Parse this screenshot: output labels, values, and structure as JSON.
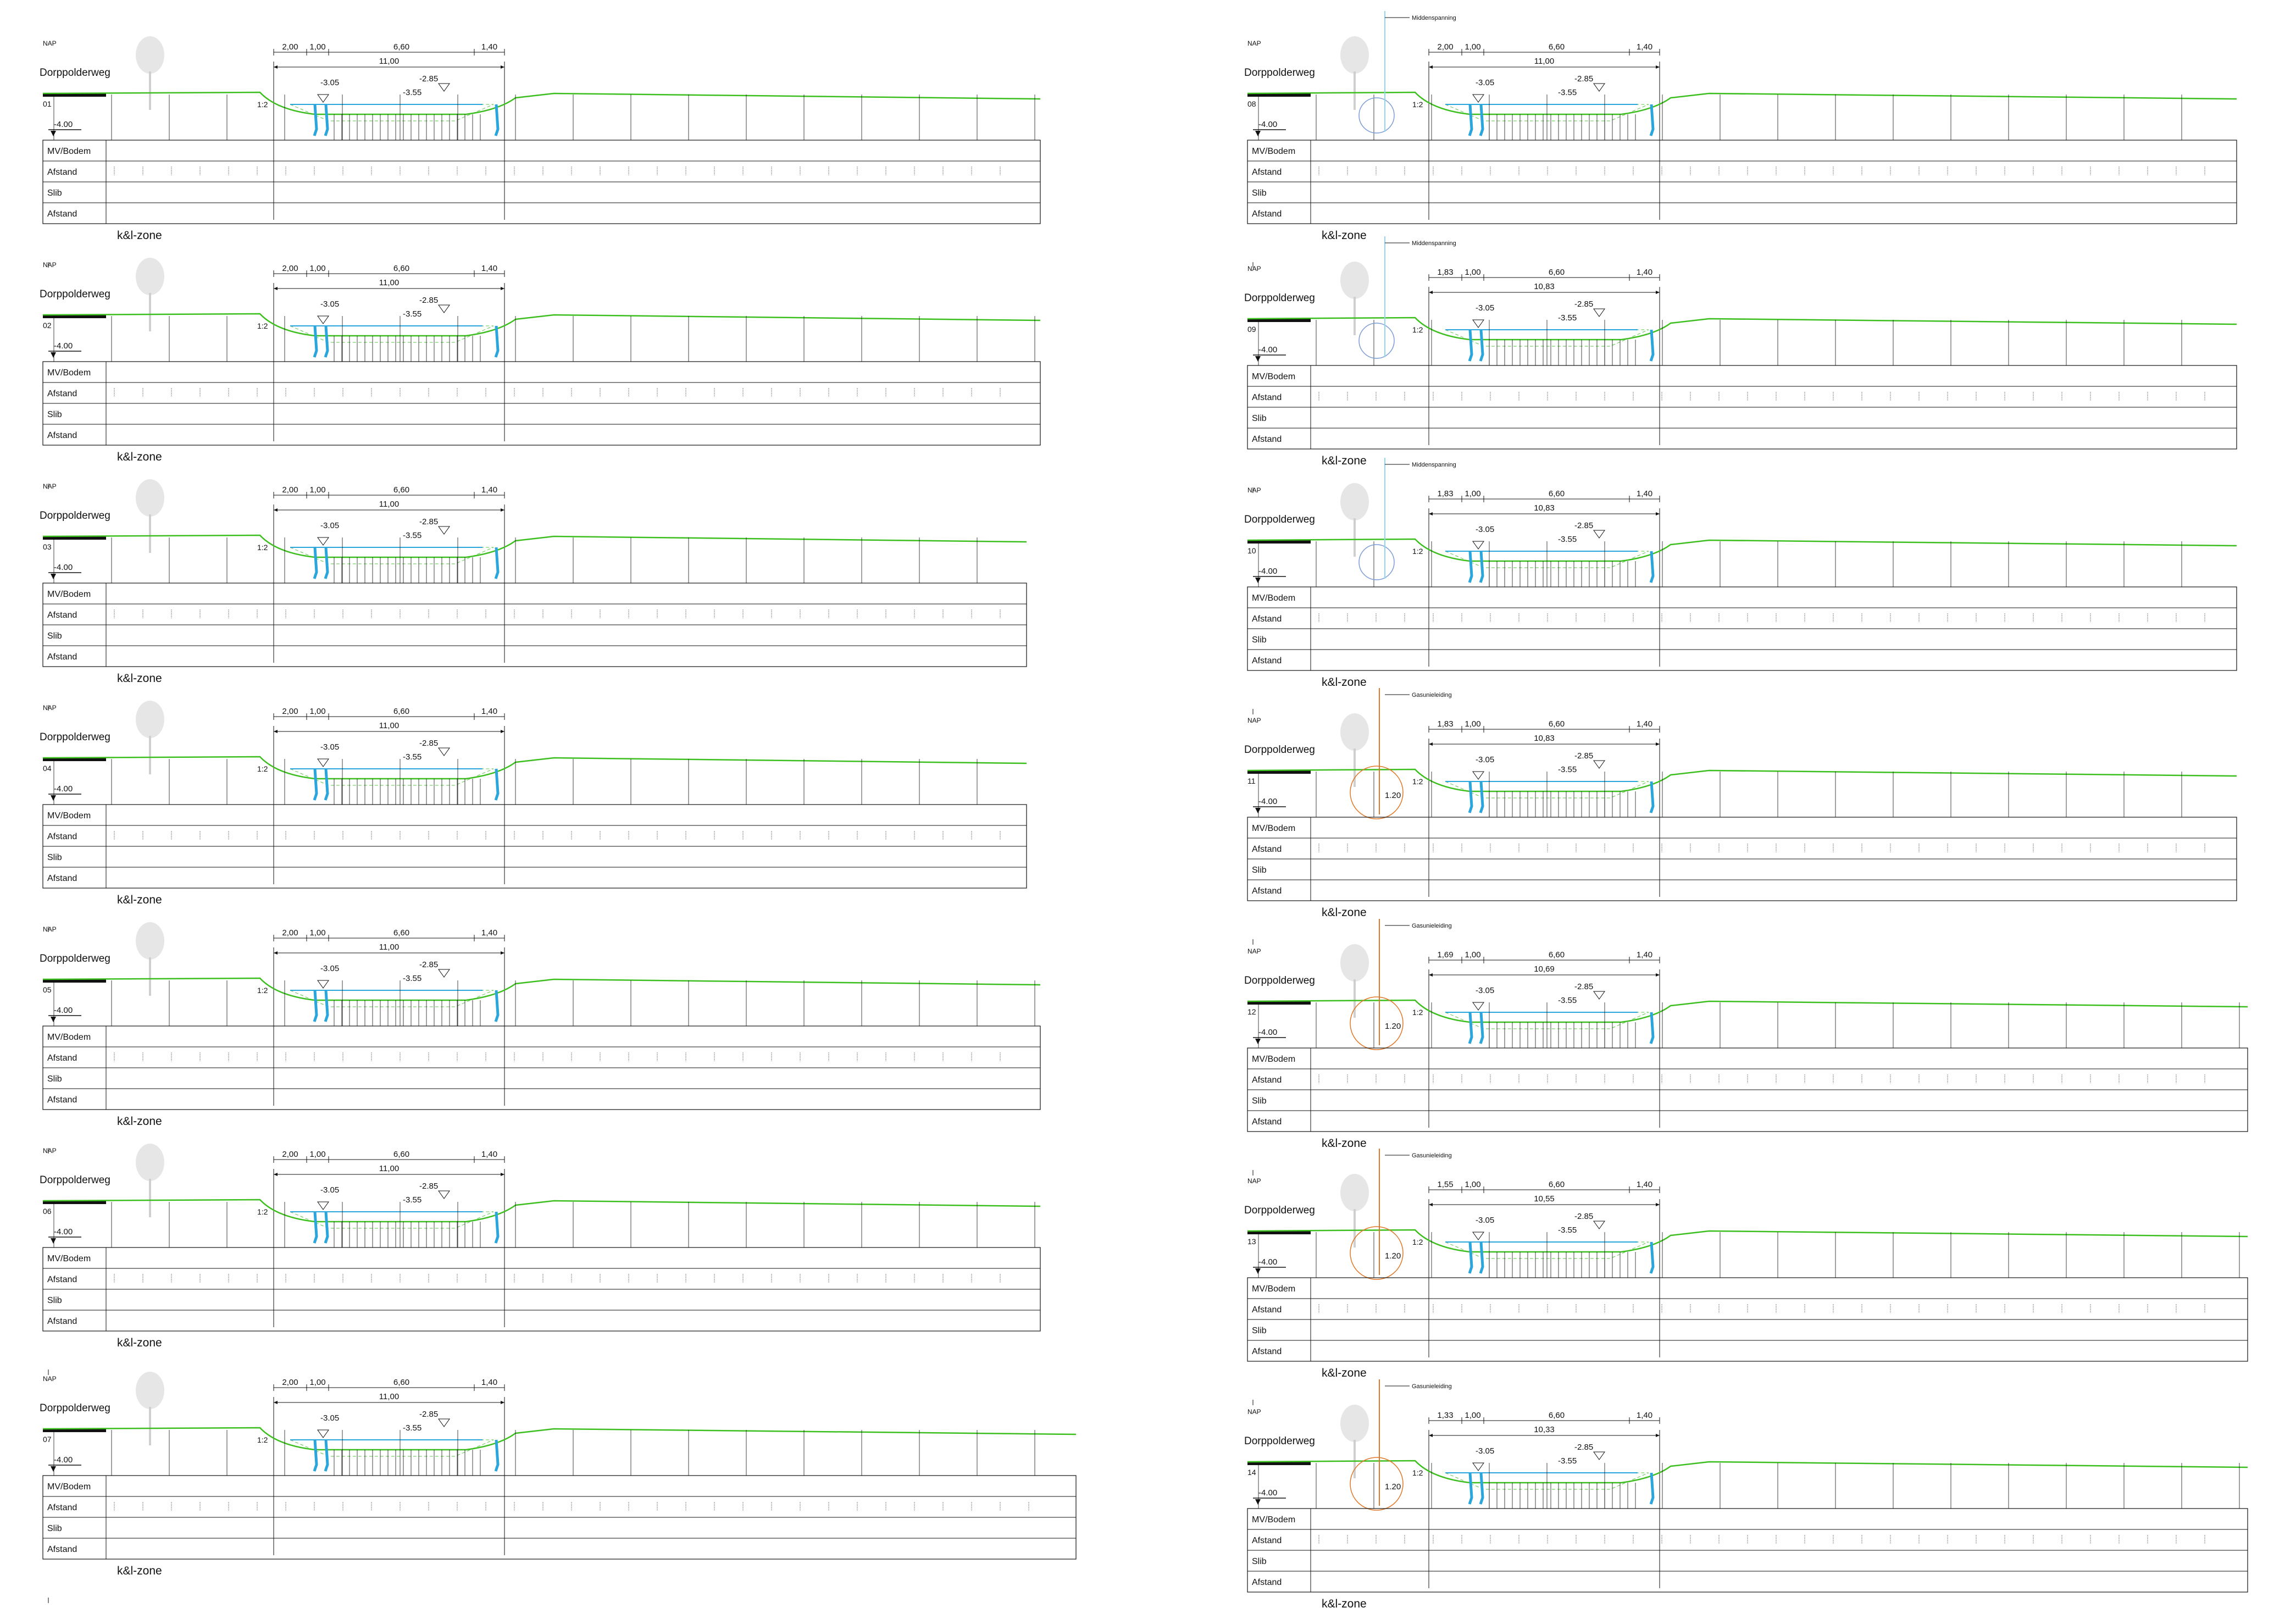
{
  "common": {
    "nap": "NAP",
    "road": "Dorppolderweg",
    "level": "-4.00",
    "rows": [
      "MV/Bodem",
      "Afstand",
      "Slib",
      "Afstand"
    ],
    "zone": "k&l-zone",
    "slope": "1:2",
    "levels": {
      "left": "-3.05",
      "mid": "-3.55",
      "right": "-2.85"
    },
    "colors": {
      "terrain": "#3cbf1e",
      "hatch": "#5cc64a",
      "water": "#2aa6dc",
      "cable": "#8fd6ee",
      "gas": "#e0782a",
      "line": "#111111"
    }
  },
  "profiles": [
    {
      "id": "01",
      "d1": "2,00",
      "d2": "1,00",
      "d3": "6,60",
      "d4": "1,40",
      "total": "11,00",
      "utility": ""
    },
    {
      "id": "02",
      "d1": "2,00",
      "d2": "1,00",
      "d3": "6,60",
      "d4": "1,40",
      "total": "11,00",
      "utility": ""
    },
    {
      "id": "03",
      "d1": "2,00",
      "d2": "1,00",
      "d3": "6,60",
      "d4": "1,40",
      "total": "11,00",
      "utility": ""
    },
    {
      "id": "04",
      "d1": "2,00",
      "d2": "1,00",
      "d3": "6,60",
      "d4": "1,40",
      "total": "11,00",
      "utility": ""
    },
    {
      "id": "05",
      "d1": "2,00",
      "d2": "1,00",
      "d3": "6,60",
      "d4": "1,40",
      "total": "11,00",
      "utility": ""
    },
    {
      "id": "06",
      "d1": "2,00",
      "d2": "1,00",
      "d3": "6,60",
      "d4": "1,40",
      "total": "11,00",
      "utility": ""
    },
    {
      "id": "07",
      "d1": "2,00",
      "d2": "1,00",
      "d3": "6,60",
      "d4": "1,40",
      "total": "11,00",
      "utility": ""
    },
    {
      "id": "08",
      "d1": "2,00",
      "d2": "1,00",
      "d3": "6,60",
      "d4": "1,40",
      "total": "11,00",
      "utility": "Middenspanning"
    },
    {
      "id": "09",
      "d1": "1,83",
      "d2": "1,00",
      "d3": "6,60",
      "d4": "1,40",
      "total": "10,83",
      "utility": "Middenspanning"
    },
    {
      "id": "10",
      "d1": "1,83",
      "d2": "1,00",
      "d3": "6,60",
      "d4": "1,40",
      "total": "10,83",
      "utility": "Middenspanning"
    },
    {
      "id": "11",
      "d1": "1,83",
      "d2": "1,00",
      "d3": "6,60",
      "d4": "1,40",
      "total": "10,83",
      "utility": "Gasunieleiding",
      "depth": "1.20"
    },
    {
      "id": "12",
      "d1": "1,69",
      "d2": "1,00",
      "d3": "6,60",
      "d4": "1,40",
      "total": "10,69",
      "utility": "Gasunieleiding",
      "depth": "1.20"
    },
    {
      "id": "13",
      "d1": "1,55",
      "d2": "1,00",
      "d3": "6,60",
      "d4": "1,40",
      "total": "10,55",
      "utility": "Gasunieleiding",
      "depth": "1.20"
    },
    {
      "id": "14",
      "d1": "1,33",
      "d2": "1,00",
      "d3": "6,60",
      "d4": "1,40",
      "total": "10,33",
      "utility": "Gasunieleiding",
      "depth": "1.20"
    }
  ]
}
